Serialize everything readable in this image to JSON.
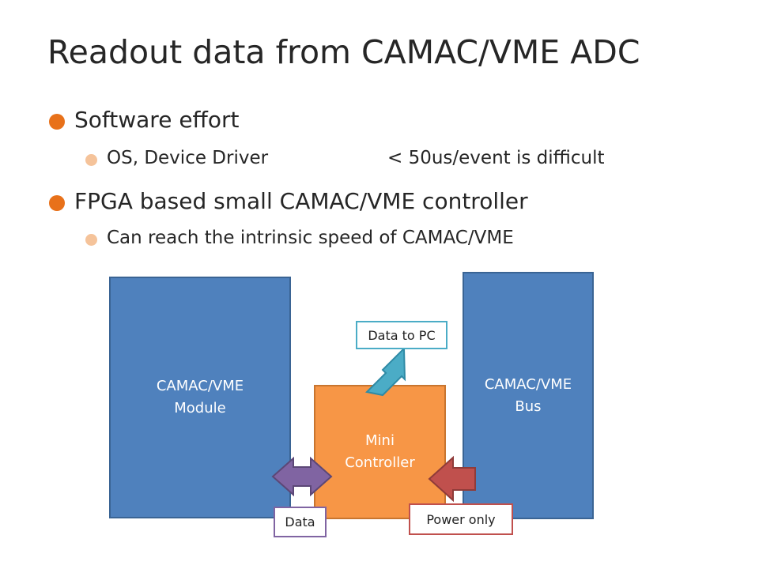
{
  "title": "Readout data from CAMAC/VME ADC",
  "bullets": [
    {
      "text": "Software effort",
      "sub": [
        {
          "text": "OS, Device Driver",
          "text2": "< 50us/event is difficult"
        }
      ]
    },
    {
      "text": "FPGA based small CAMAC/VME controller",
      "sub": [
        {
          "text": "Can reach the intrinsic speed of CAMAC/VME"
        }
      ]
    }
  ],
  "diagram": {
    "module": "CAMAC/VME\nModule",
    "bus": "CAMAC/VME\nBus",
    "mini_controller": "Mini\nController",
    "data_to_pc": "Data to PC",
    "data": "Data",
    "power_only": "Power only"
  },
  "colors": {
    "box_blue": "#4f81bd",
    "controller_orange": "#f79646",
    "data_pc_arrow": "#4bacc6",
    "data_arrow": "#8064a2",
    "power_arrow": "#c0504d",
    "bullet_l1": "#e8711a",
    "bullet_l2": "#f5c39a"
  }
}
